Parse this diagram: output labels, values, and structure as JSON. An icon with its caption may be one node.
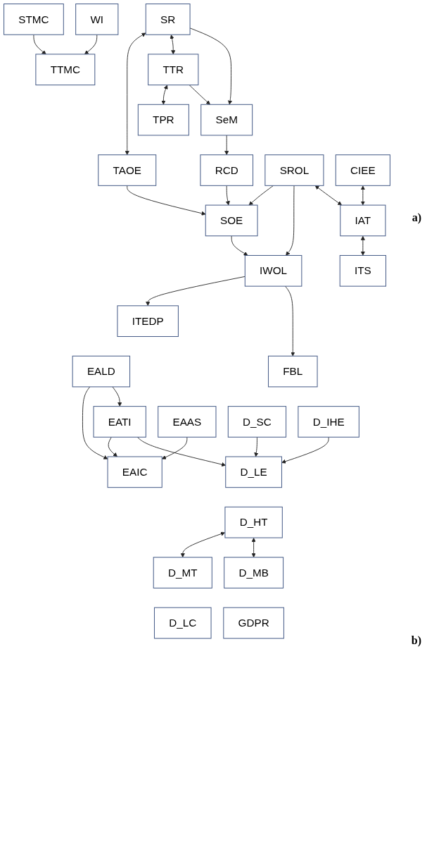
{
  "diagram": {
    "nodes": [
      {
        "text": [
          "SR"
        ]
      },
      {
        "text": [
          "STMC"
        ]
      },
      {
        "text": [
          "WI"
        ]
      },
      {
        "text": [
          "TAOE"
        ]
      },
      {
        "text": [
          "TTR"
        ]
      },
      {
        "text": [
          "TTMC"
        ]
      },
      {
        "text": [
          "TPR"
        ]
      },
      {
        "text": [
          "SeM"
        ]
      },
      {
        "text": [
          "RCD"
        ]
      },
      {
        "text": [
          "SROL"
        ]
      },
      {
        "text": [
          "CIEE"
        ]
      },
      {
        "text": [
          "SOE"
        ]
      },
      {
        "text": [
          "IAT"
        ]
      },
      {
        "text": [
          "IWOL"
        ]
      },
      {
        "text": [
          "ITS"
        ]
      },
      {
        "text": [
          "ITEDP"
        ]
      },
      {
        "text": [
          "FBL"
        ]
      },
      {
        "text": [
          "EALD"
        ]
      },
      {
        "text": [
          "EAAS"
        ]
      },
      {
        "text": [
          "EATI"
        ]
      },
      {
        "text": [
          "D_SC"
        ]
      },
      {
        "text": [
          "D_IHE"
        ]
      },
      {
        "text": [
          "EAIC"
        ]
      },
      {
        "text": [
          "D_LE"
        ]
      },
      {
        "text": [
          "D_HT"
        ]
      },
      {
        "text": [
          "D_MT"
        ]
      },
      {
        "text": [
          "D_MB"
        ]
      },
      {
        "text": [
          "D_LC"
        ]
      },
      {
        "text": [
          "GDPR"
        ]
      }
    ],
    "edges": [
      {
        "from": 0,
        "to": 3,
        "arrow": "both"
      },
      {
        "from": 0,
        "to": 4,
        "arrow": "both"
      },
      {
        "from": 0,
        "to": 7,
        "arrow": "to"
      },
      {
        "from": 1,
        "to": 5,
        "arrow": "to"
      },
      {
        "from": 2,
        "to": 5,
        "arrow": "to"
      },
      {
        "from": 4,
        "to": 6,
        "arrow": "both"
      },
      {
        "from": 4,
        "to": 7,
        "arrow": "to"
      },
      {
        "from": 7,
        "to": 8,
        "arrow": "to"
      },
      {
        "from": 3,
        "to": 11,
        "arrow": "to"
      },
      {
        "from": 8,
        "to": 11,
        "arrow": "to"
      },
      {
        "from": 9,
        "to": 11,
        "arrow": "to"
      },
      {
        "from": 9,
        "to": 13,
        "arrow": "to"
      },
      {
        "from": 9,
        "to": 12,
        "arrow": "both"
      },
      {
        "from": 10,
        "to": 12,
        "arrow": "both"
      },
      {
        "from": 12,
        "to": 14,
        "arrow": "both"
      },
      {
        "from": 11,
        "to": 13,
        "arrow": "to"
      },
      {
        "from": 13,
        "to": 15,
        "arrow": "to"
      },
      {
        "from": 13,
        "to": 16,
        "arrow": "to"
      },
      {
        "from": 17,
        "to": 22,
        "arrow": "to"
      },
      {
        "from": 17,
        "to": 19,
        "arrow": "to"
      },
      {
        "from": 18,
        "to": 22,
        "arrow": "to"
      },
      {
        "from": 19,
        "to": 22,
        "arrow": "to"
      },
      {
        "from": 19,
        "to": 23,
        "arrow": "to"
      },
      {
        "from": 20,
        "to": 23,
        "arrow": "to"
      },
      {
        "from": 21,
        "to": 23,
        "arrow": "to"
      },
      {
        "from": 24,
        "to": 25,
        "arrow": "both"
      },
      {
        "from": 24,
        "to": 26,
        "arrow": "both"
      }
    ],
    "labels": [
      "a)",
      "b)"
    ]
  }
}
